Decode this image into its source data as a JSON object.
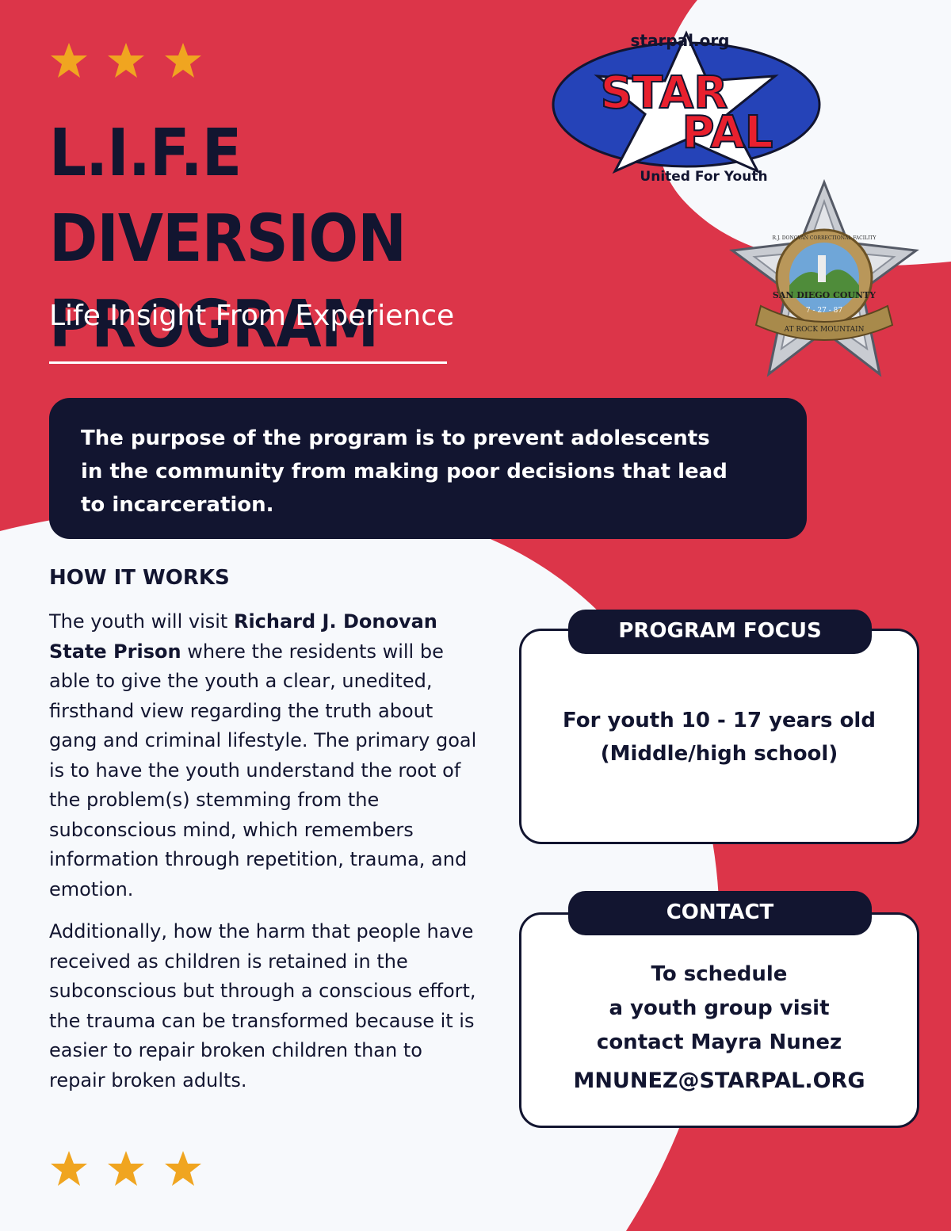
{
  "colors": {
    "red": "#dc3549",
    "navy": "#121530",
    "star_gold": "#f0a520",
    "white": "#ffffff",
    "light_bg": "#f7f9fc"
  },
  "header": {
    "title_line1": "L.I.F.E DIVERSION",
    "title_line2": "PROGRAM",
    "subtitle": "Life Insight From Experience"
  },
  "logo": {
    "url_text": "starpal.org",
    "word1": "STAR",
    "word2": "PAL",
    "tagline": "United For Youth"
  },
  "badge": {
    "ring_text": "R.J. DONOVAN CORRECTIONAL FACILITY",
    "county": "SAN DIEGO COUNTY",
    "date": "7 - 27 - 87",
    "mountain": "AT ROCK MOUNTAIN"
  },
  "purpose": {
    "text": "The purpose of the program is to prevent adolescents in the community from making poor decisions that lead to incarceration."
  },
  "how_it_works": {
    "heading": "HOW IT WORKS",
    "p1_before": "The youth will visit ",
    "p1_bold": "Richard J. Donovan State Prison",
    "p1_after": " where the residents will be able to give the youth a clear, unedited, firsthand view regarding the truth about gang and criminal lifestyle. The primary goal is to have the youth understand the root of the problem(s) stemming from the subconscious mind, which remembers information through repetition, trauma, and emotion.",
    "p2": "Additionally, how the harm that people have received as children is retained in the subconscious but through a conscious effort, the trauma can be transformed because it is easier to repair broken children than to repair broken adults."
  },
  "program_focus": {
    "label": "PROGRAM FOCUS",
    "line1": "For youth 10 - 17 years old",
    "line2": "(Middle/high school)"
  },
  "contact": {
    "label": "CONTACT",
    "line1": "To schedule",
    "line2": "a youth group visit",
    "line3": "contact Mayra Nunez",
    "email": "MNUNEZ@STARPAL.ORG"
  }
}
